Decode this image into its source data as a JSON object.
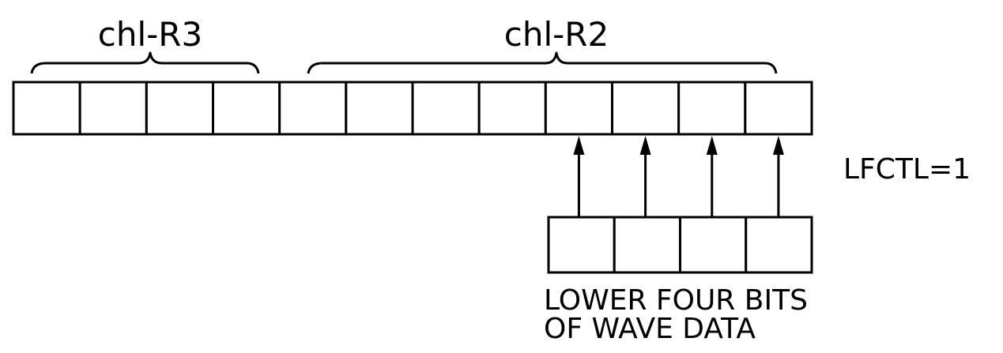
{
  "labels": {
    "register_high": "chl-R3",
    "register_low": "chl-R2",
    "control": "LFCTL=1",
    "source_line1": "LOWER FOUR BITS",
    "source_line2": "OF WAVE DATA"
  },
  "register": {
    "total_cells": 12,
    "high_cells": 4,
    "low_cells": 8,
    "target_cells": 4
  },
  "source": {
    "cells": 4
  },
  "colors": {
    "line": "#000000",
    "background": "#ffffff"
  }
}
